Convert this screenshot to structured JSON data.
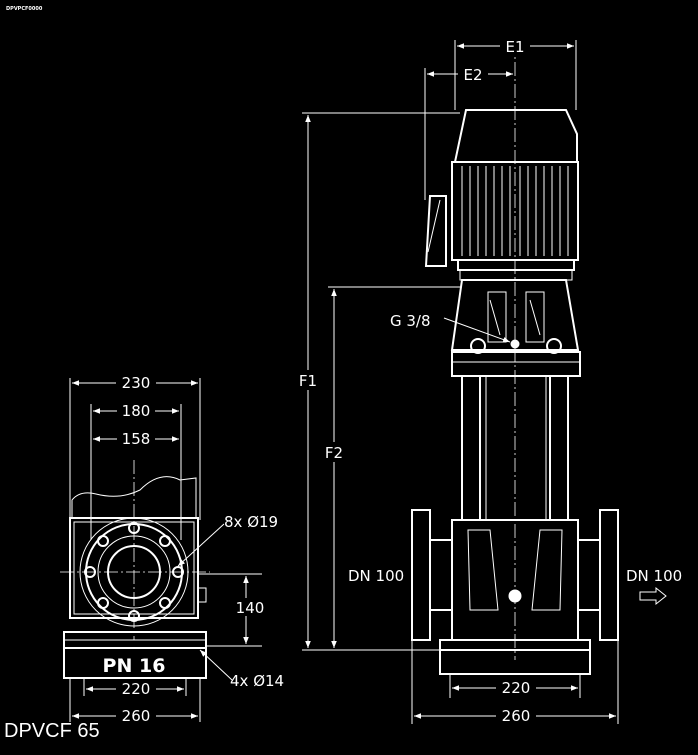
{
  "doc_id": "DPVPCF0000",
  "model": "DPVCF 65",
  "front_view": {
    "dims": {
      "width_230": "230",
      "width_180": "180",
      "width_158": "158",
      "width_220": "220",
      "width_260": "260",
      "height_140": "140"
    },
    "callouts": {
      "flange_holes": "8x Ø19",
      "base_holes": "4x Ø14",
      "pressure": "PN 16"
    }
  },
  "side_view": {
    "dims": {
      "E1": "E1",
      "E2": "E2",
      "F1": "F1",
      "F2": "F2",
      "width_220": "220",
      "width_260": "260"
    },
    "callouts": {
      "port": "G 3/8",
      "inlet": "DN 100",
      "outlet": "DN 100"
    }
  }
}
